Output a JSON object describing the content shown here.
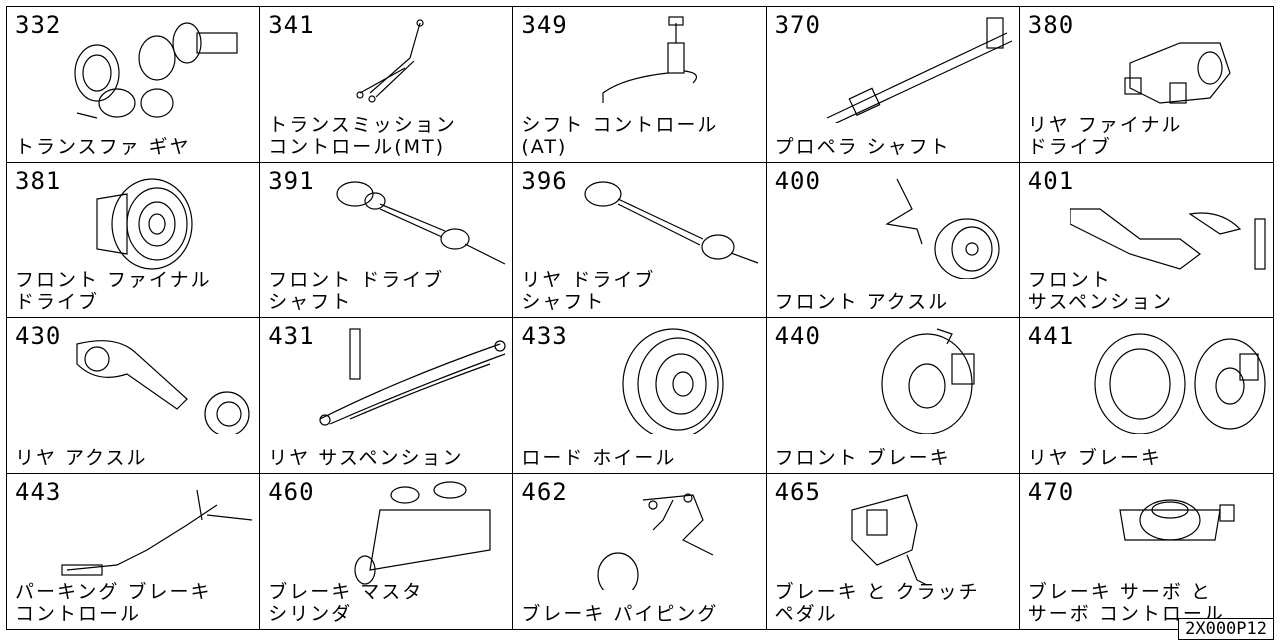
{
  "footer_code": "2X000P12",
  "cells": [
    {
      "num": "332",
      "line1": "トランスファ ギヤ",
      "line2": ""
    },
    {
      "num": "341",
      "line1": "トランスミッション",
      "line2": "コントロール(MT)"
    },
    {
      "num": "349",
      "line1": "シフト コントロール",
      "line2": "(AT)"
    },
    {
      "num": "370",
      "line1": "プロペラ シャフト",
      "line2": ""
    },
    {
      "num": "380",
      "line1": "リヤ ファイナル",
      "line2": "ドライブ"
    },
    {
      "num": "381",
      "line1": "フロント ファイナル",
      "line2": "ドライブ"
    },
    {
      "num": "391",
      "line1": "フロント ドライブ",
      "line2": "シャフト"
    },
    {
      "num": "396",
      "line1": "リヤ ドライブ",
      "line2": "シャフト"
    },
    {
      "num": "400",
      "line1": "フロント アクスル",
      "line2": ""
    },
    {
      "num": "401",
      "line1": "フロント",
      "line2": "サスペンション"
    },
    {
      "num": "430",
      "line1": "リヤ アクスル",
      "line2": ""
    },
    {
      "num": "431",
      "line1": "リヤ サスペンション",
      "line2": ""
    },
    {
      "num": "433",
      "line1": "ロード ホイール",
      "line2": ""
    },
    {
      "num": "440",
      "line1": "フロント ブレーキ",
      "line2": ""
    },
    {
      "num": "441",
      "line1": "リヤ ブレーキ",
      "line2": ""
    },
    {
      "num": "443",
      "line1": "パーキング ブレーキ",
      "line2": "コントロール"
    },
    {
      "num": "460",
      "line1": "ブレーキ マスタ",
      "line2": "シリンダ"
    },
    {
      "num": "462",
      "line1": "ブレーキ パイピング",
      "line2": ""
    },
    {
      "num": "465",
      "line1": "ブレーキ と クラッチ",
      "line2": "ペダル"
    },
    {
      "num": "470",
      "line1": "ブレーキ サーボ と",
      "line2": "サーボ コントロール"
    }
  ]
}
